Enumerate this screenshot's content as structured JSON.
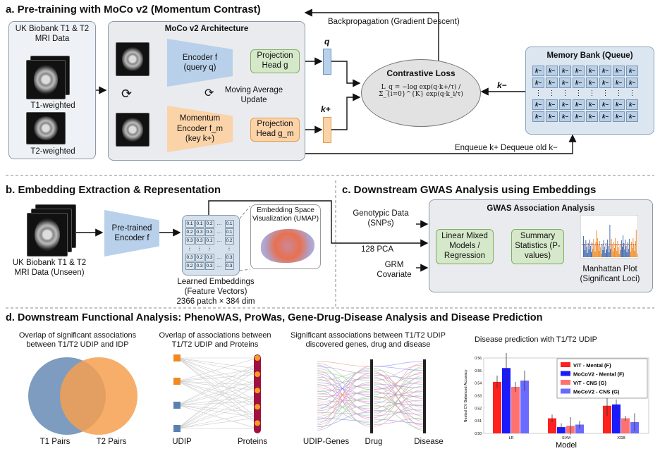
{
  "a": {
    "title": "a. Pre-training with MoCo v2 (Momentum Contrast)",
    "data_title": "UK Biobank T1 & T2 MRI Data",
    "t1": "T1-weighted",
    "t2": "T2-weighted",
    "arch_title": "MoCo v2 Architecture",
    "encoder": "Encoder f",
    "encoder_sub": "(query q)",
    "momentum_encoder": "Momentum Encoder f_m",
    "momentum_sub": "(key k+)",
    "proj_g": "Projection Head g",
    "proj_gm": "Projection Head g_m",
    "moving_avg": "Moving Average Update",
    "q": "q",
    "kplus": "k+",
    "loss_title": "Contrastive Loss",
    "loss_formula": "L_q = −log exp(q·k+/τ) / Σ_{i=0}^{K} exp(q·k_i/τ)",
    "backprop": "Backpropagation (Gradient Descent)",
    "memory_title": "Memory Bank (Queue)",
    "kminus": "k−",
    "enqueue": "Enqueue k+ Dequeue old k−"
  },
  "b": {
    "title": "b. Embedding Extraction & Representation",
    "data": "UK Biobank T1 & T2 MRI Data (Unseen)",
    "encoder": "Pre-trained Encoder f",
    "umap_title": "Embedding Space Visualization (UMAP)",
    "emb_rows": [
      [
        "0.1",
        "0.1",
        "0.2",
        "…",
        "0.1"
      ],
      [
        "0.2",
        "0.3",
        "0.3",
        "…",
        "0.1"
      ],
      [
        "0.3",
        "0.3",
        "0.1",
        "…",
        "0.2"
      ],
      [
        "⋮",
        "⋮",
        "⋮",
        "",
        "⋮"
      ],
      [
        "0.3",
        "0.2",
        "0.3",
        "…",
        "0.3"
      ],
      [
        "0.2",
        "0.3",
        "0.3",
        "…",
        "0.3"
      ]
    ],
    "label1": "Learned Embeddings",
    "label2": "(Feature Vectors)",
    "label3": "2366 patch × 384 dim"
  },
  "c": {
    "title": "c. Downstream GWAS Analysis using Embeddings",
    "genotypic": "Genotypic Data (SNPs)",
    "pca": "128 PCA",
    "grm": "GRM Covariate",
    "gwas_title": "GWAS Association Analysis",
    "lmm": "Linear Mixed Models / Regression",
    "summary": "Summary Statistics (P-values)",
    "manhattan": "Manhattan Plot (Significant Loci)"
  },
  "d": {
    "title": "d. Downstream Functional Analysis: PhenoWAS, ProWas, Gene-Drug-Disease Analysis and Disease Prediction",
    "venn_title": "Overlap of significant associations between T1/T2 UDIP and IDP",
    "venn_left": "T1 Pairs",
    "venn_right": "T2 Pairs",
    "prot_title": "Overlap of associations between T1/T2 UDIP and Proteins",
    "prot_left": "UDIP",
    "prot_right": "Proteins",
    "gdd_title": "Significant associations between T1/T2 UDIP discovered genes, drug and disease",
    "gdd_cols": [
      "UDIP-Genes",
      "Drug",
      "Disease"
    ],
    "pred_title": "Disease prediction with T1/T2 UDIP"
  },
  "chart_data": {
    "type": "bar",
    "xlabel": "Model",
    "ylabel": "Nested CV Balanced Accuracy",
    "categories": [
      "LR",
      "SVM",
      "XGB"
    ],
    "ylim": [
      0.5,
      0.56
    ],
    "yticks": [
      "0.50",
      "0.51",
      "0.52",
      "0.53",
      "0.54",
      "0.55",
      "0.56"
    ],
    "legend": "top-right",
    "series": [
      {
        "name": "ViT - Mental (F)",
        "color": "#ff2020",
        "values": [
          0.541,
          0.512,
          0.522
        ],
        "err": [
          0.005,
          0.003,
          0.008
        ]
      },
      {
        "name": "MoCoV2 - Mental (F)",
        "color": "#1a1aff",
        "values": [
          0.552,
          0.505,
          0.523
        ],
        "err": [
          0.012,
          0.003,
          0.004
        ]
      },
      {
        "name": "ViT - CNS (G)",
        "color": "#ff7070",
        "values": [
          0.537,
          0.506,
          0.512
        ],
        "err": [
          0.004,
          0.007,
          0.002
        ]
      },
      {
        "name": "MoCoV2 - CNS (G)",
        "color": "#6a6aff",
        "values": [
          0.542,
          0.507,
          0.509
        ],
        "err": [
          0.008,
          0.003,
          0.007
        ]
      }
    ]
  }
}
